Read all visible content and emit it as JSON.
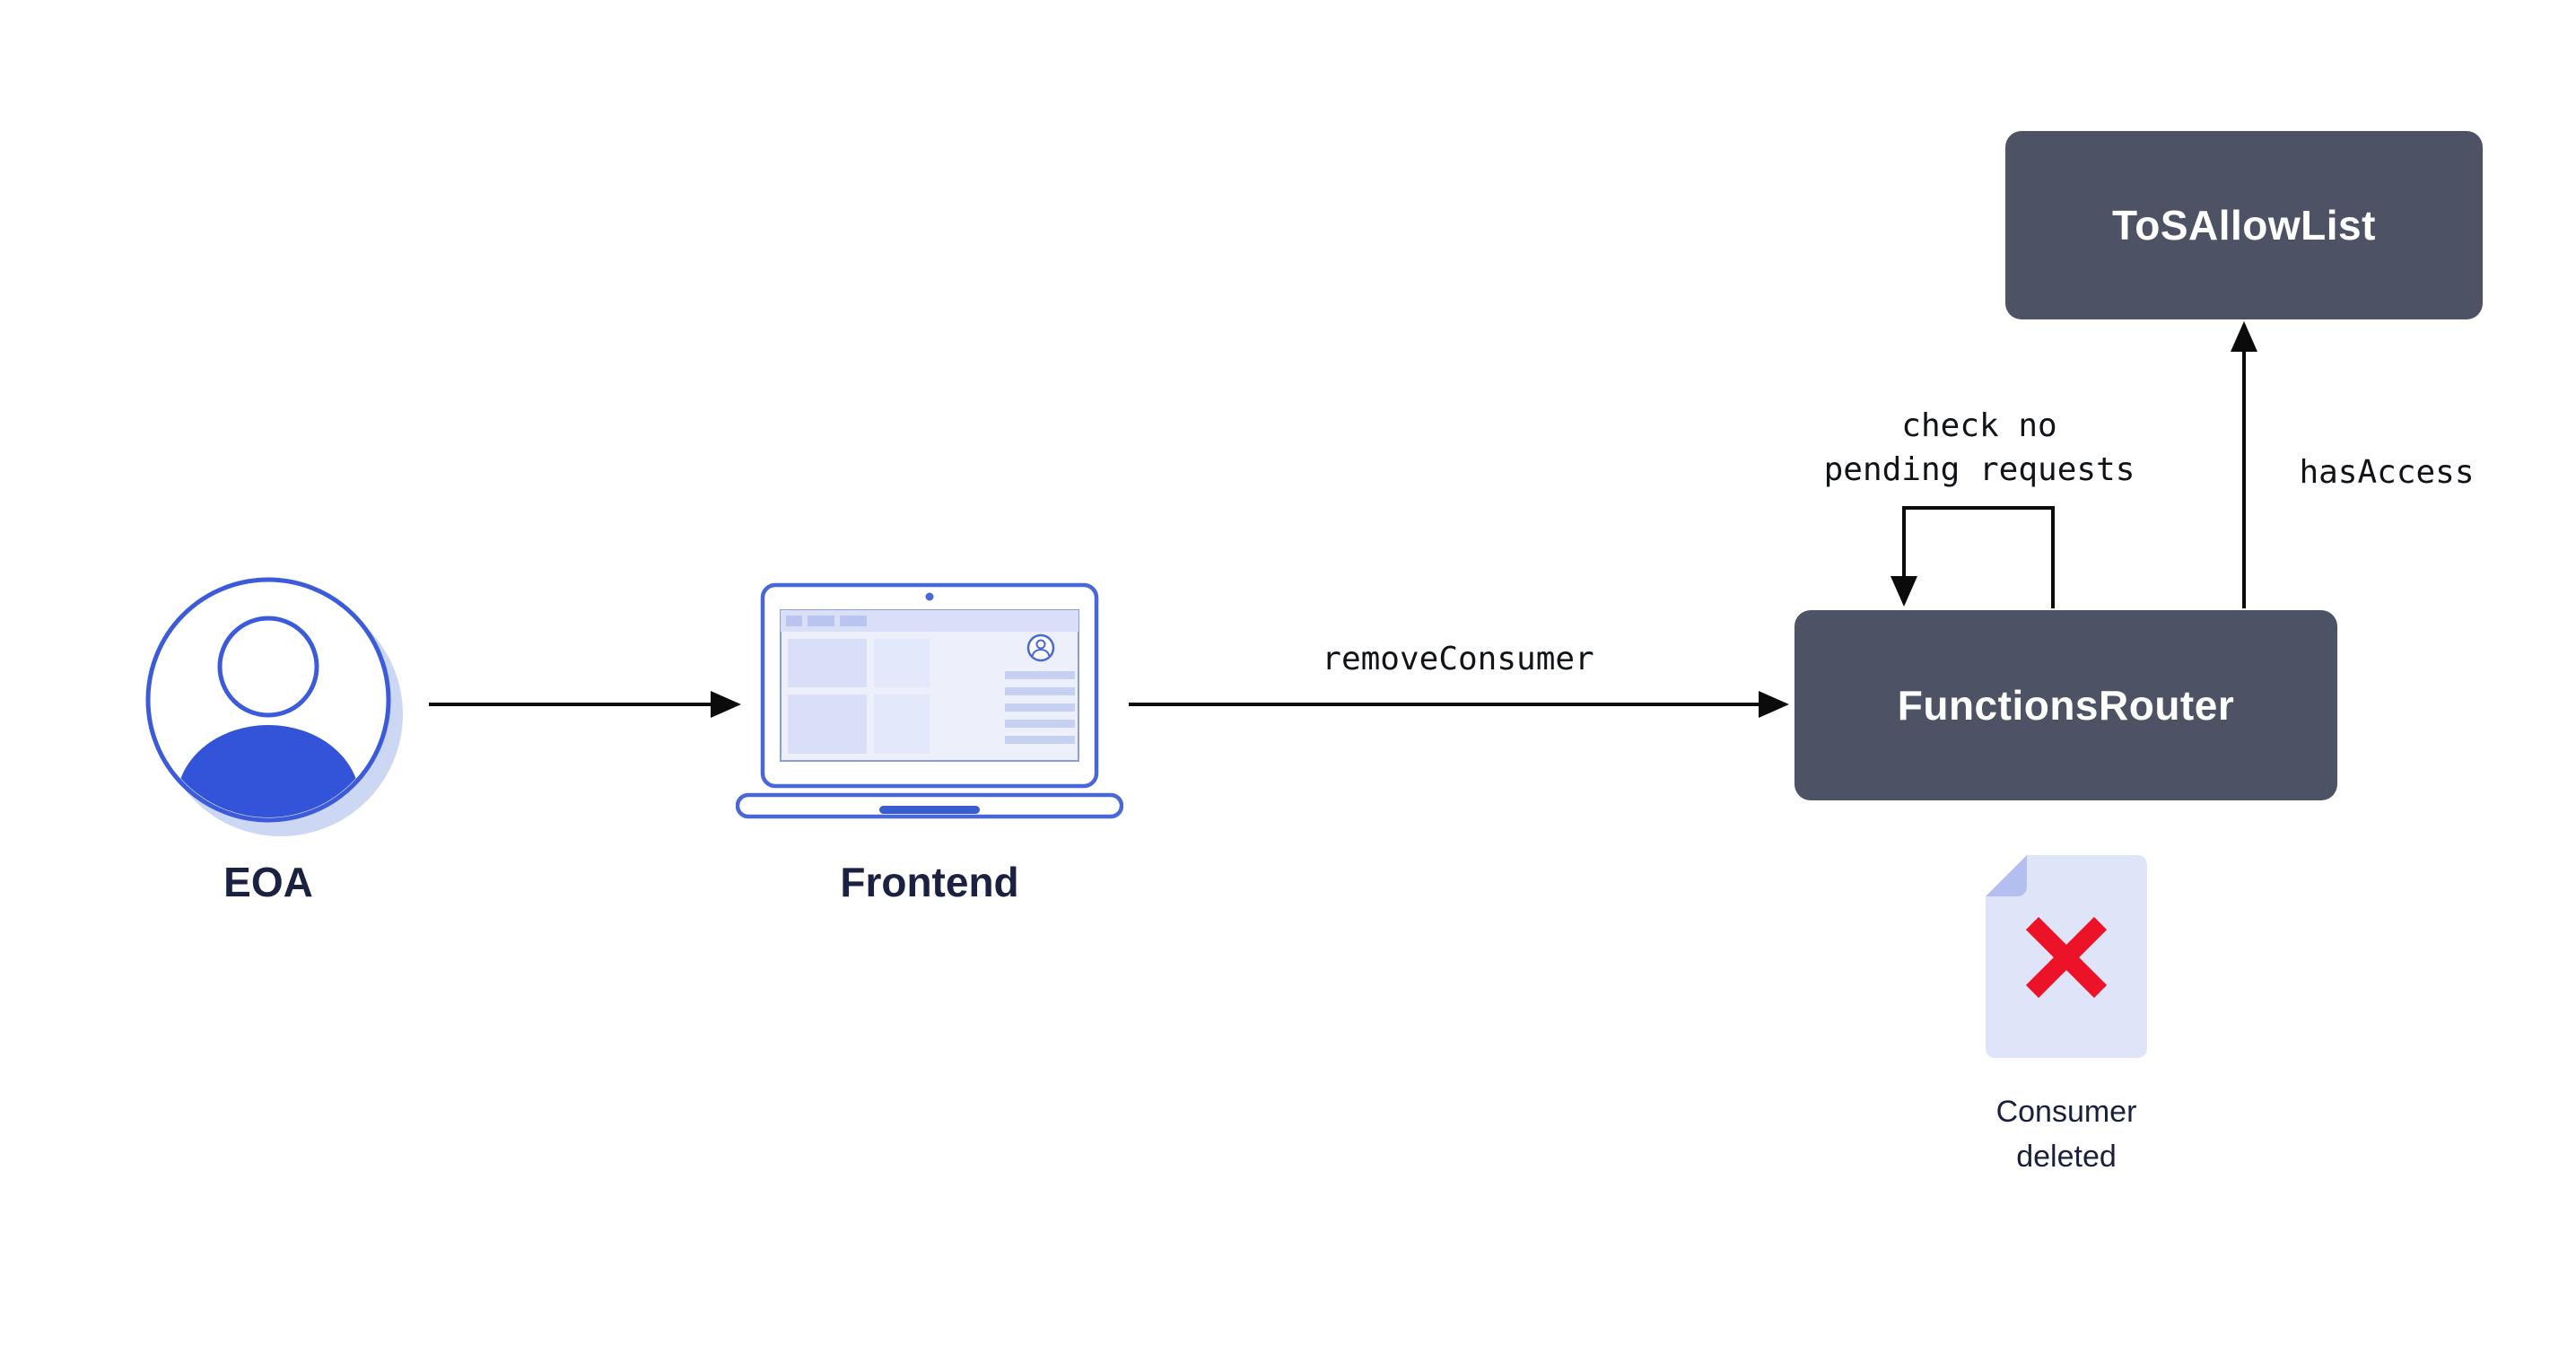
{
  "nodes": {
    "eoa": {
      "label": "EOA"
    },
    "frontend": {
      "label": "Frontend"
    },
    "functions_router": {
      "label": "FunctionsRouter"
    },
    "tos_allow_list": {
      "label": "ToSAllowList"
    }
  },
  "edges": {
    "remove_consumer": {
      "label": "removeConsumer"
    },
    "has_access": {
      "label": "hasAccess"
    },
    "check_pending": {
      "line1": "check no",
      "line2": "pending requests"
    }
  },
  "artifact": {
    "consumer_deleted": {
      "line1": "Consumer",
      "line2": "deleted"
    }
  },
  "colors": {
    "node_bg": "#4d5364",
    "accent_blue": "#3b5bdb",
    "avatar_fill": "#3353d8",
    "laptop_screen": "#edf0fb",
    "doc_fill": "#dfe4f8",
    "doc_fold": "#b3c0ef",
    "error_red": "#ec1227",
    "text_dark": "#1b2140",
    "arrow": "#0b0b0b"
  }
}
